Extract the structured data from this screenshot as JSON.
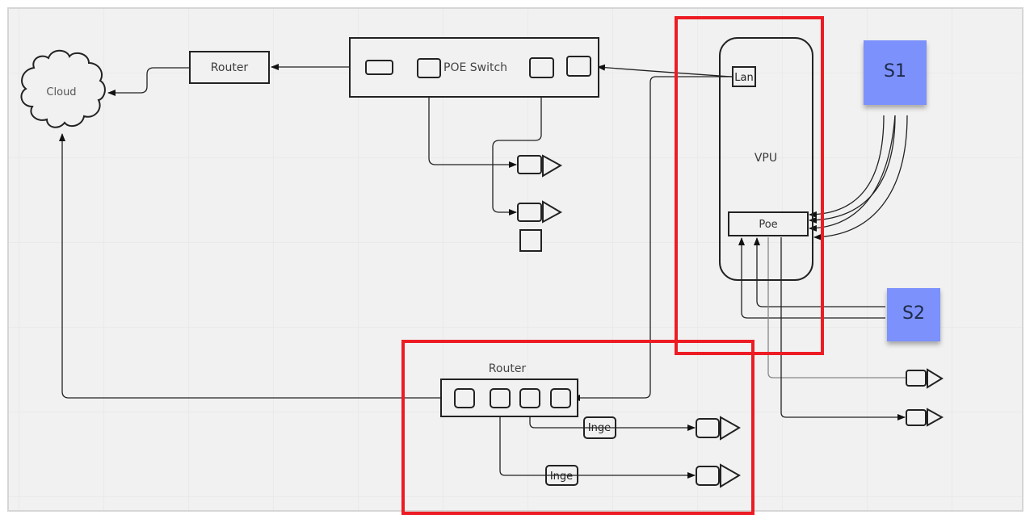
{
  "canvas": {
    "background": "#f2f2f2",
    "grid_color": "#e2e2e2",
    "highlight_color": "#ed1c24",
    "sticky_color": "#7b91fb"
  },
  "nodes": {
    "cloud": {
      "label": "Cloud"
    },
    "router_top": {
      "label": "Router"
    },
    "poe_switch": {
      "label": "POE Switch",
      "port_count": 4
    },
    "vpu": {
      "label": "VPU"
    },
    "lan_port": {
      "label": "Lan"
    },
    "poe_port": {
      "label": "Poe"
    },
    "router_bottom": {
      "label": "Router",
      "port_count": 4
    },
    "inge_1": {
      "label": "Inge"
    },
    "inge_2": {
      "label": "Inge"
    }
  },
  "sticky_notes": [
    {
      "id": "s1",
      "label": "S1"
    },
    {
      "id": "s2",
      "label": "S2"
    }
  ],
  "devices": {
    "camera_count": 6,
    "empty_square_count": 1
  },
  "highlights": [
    {
      "name": "vpu-highlight",
      "target": "VPU"
    },
    {
      "name": "router-highlight",
      "target": "Router"
    }
  ]
}
